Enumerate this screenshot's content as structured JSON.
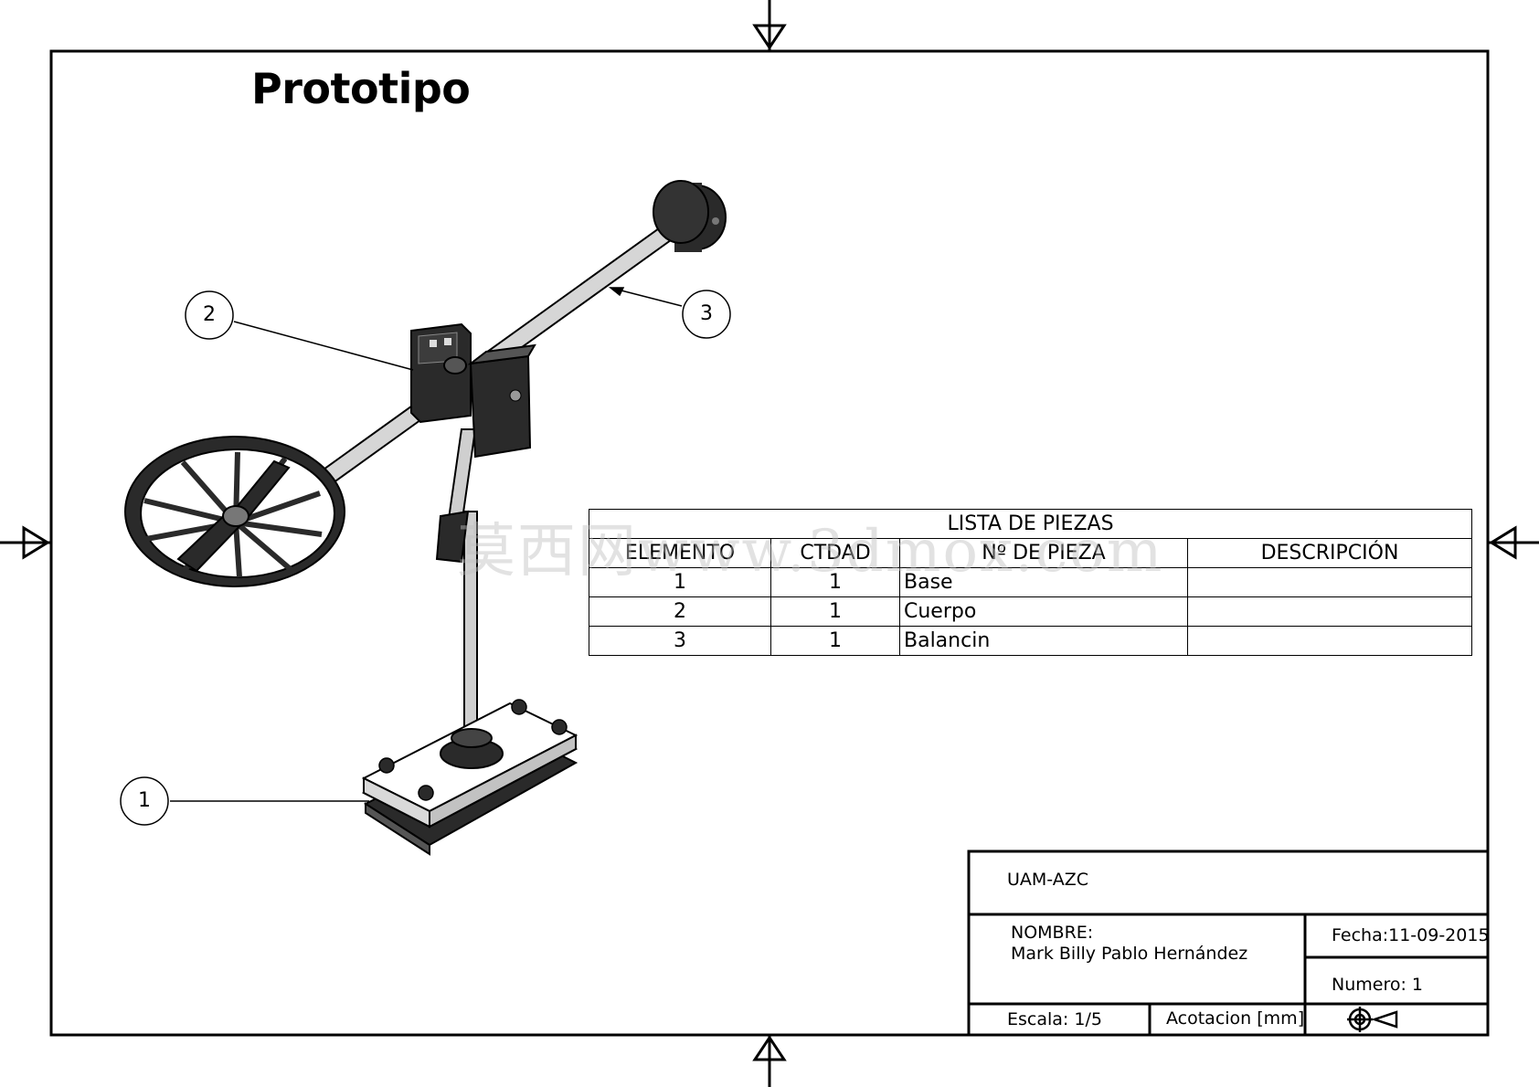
{
  "drawing_title": "Prototipo",
  "watermark": "莫西网www.3dmox.com",
  "balloons": [
    {
      "id": "1",
      "label": "1"
    },
    {
      "id": "2",
      "label": "2"
    },
    {
      "id": "3",
      "label": "3"
    }
  ],
  "parts_list": {
    "title": "LISTA DE PIEZAS",
    "headers": [
      "ELEMENTO",
      "CTDAD",
      "Nº DE PIEZA",
      "DESCRIPCIÓN"
    ],
    "rows": [
      {
        "elemento": "1",
        "ctdad": "1",
        "pieza": "Base",
        "descripcion": ""
      },
      {
        "elemento": "2",
        "ctdad": "1",
        "pieza": "Cuerpo",
        "descripcion": ""
      },
      {
        "elemento": "3",
        "ctdad": "1",
        "pieza": "Balancin",
        "descripcion": ""
      }
    ]
  },
  "title_block": {
    "institution": "UAM-AZC",
    "name_label": "NOMBRE:",
    "name_value": "Mark Billy Pablo Hernández",
    "date": "Fecha:11-09-2015",
    "number": "Numero: 1",
    "scale": "Escala: 1/5",
    "units": "Acotacion [mm]",
    "projection_symbol": "first-angle-projection-icon"
  },
  "colors": {
    "line": "#000000",
    "rod": "#cfcfcf",
    "dark_part": "#2a2a2a"
  }
}
